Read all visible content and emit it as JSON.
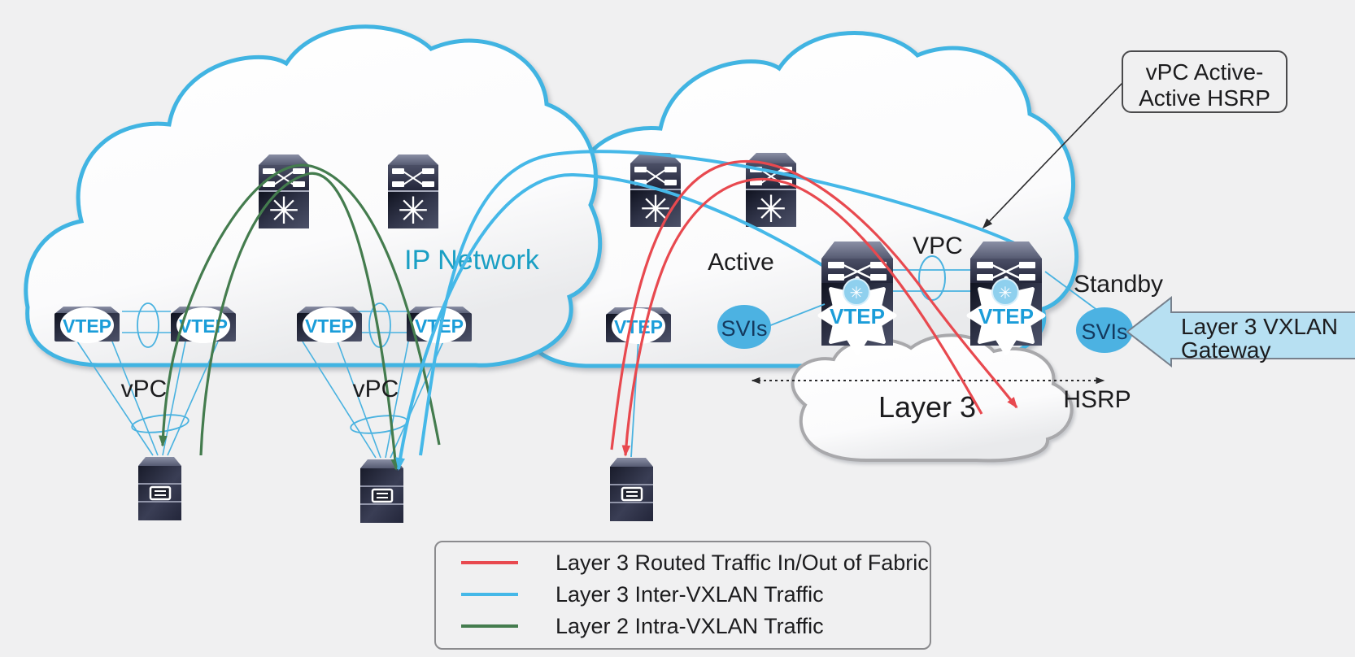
{
  "diagram": {
    "labels": {
      "ip_network": "IP Network",
      "active": "Active",
      "standby": "Standby",
      "vpc_pair": "VPC",
      "vpc_left1": "vPC",
      "vpc_left2": "vPC",
      "hsrp": "HSRP",
      "layer3": "Layer 3",
      "svis_left": "SVIs",
      "svis_right": "SVIs",
      "vtep": "VTEP"
    },
    "callout": {
      "line1": "vPC Active-",
      "line2": "Active HSRP"
    },
    "gateway_arrow": {
      "line1": "Layer 3 VXLAN",
      "line2": "Gateway"
    },
    "legend": {
      "items": [
        {
          "label": "Layer 3 Routed Traffic In/Out of Fabric",
          "color": "#e8494f"
        },
        {
          "label": "Layer 3 Inter-VXLAN Traffic",
          "color": "#45b8e8"
        },
        {
          "label": "Layer 2 Intra-VXLAN Traffic",
          "color": "#447c4e"
        }
      ]
    },
    "colors": {
      "background": "#f0f0f1",
      "cloud_border_blue": "#41b4e2",
      "cloud_border_gray": "#a8a8ab",
      "accent_text_blue": "#1a9fc4",
      "vtep_text": "#1b9dd9",
      "svis_fill": "#4cb2e2",
      "svis_text": "#14395e",
      "gateway_fill": "#b7e0f2",
      "traffic_red": "#e8494f",
      "traffic_blue": "#45b8e8",
      "traffic_green": "#447c4e"
    }
  }
}
